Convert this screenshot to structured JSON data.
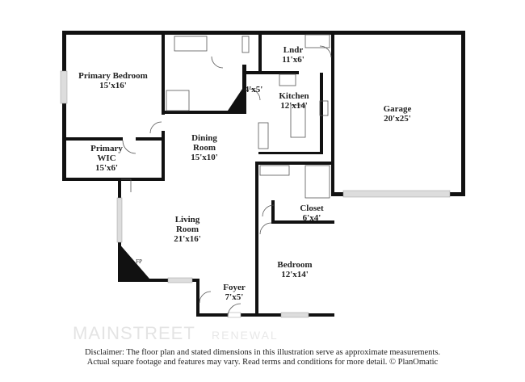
{
  "rooms": [
    {
      "name": "Primary Bedroom",
      "dims": "15'x16'"
    },
    {
      "name": "Primary WIC",
      "dims": "15'x6'"
    },
    {
      "name": "Dining Room",
      "dims": "15'x10'"
    },
    {
      "name": "Living Room",
      "dims": "21'x16'"
    },
    {
      "name": "Lndr",
      "dims": "11'x6'"
    },
    {
      "name": "",
      "dims": "4'x5'"
    },
    {
      "name": "Kitchen",
      "dims": "12'x14'"
    },
    {
      "name": "Garage",
      "dims": "20'x25'"
    },
    {
      "name": "Closet",
      "dims": "6'x4'"
    },
    {
      "name": "Bedroom",
      "dims": "12'x14'"
    },
    {
      "name": "Foyer",
      "dims": "7'x5'"
    }
  ],
  "fireplace_label": "FP",
  "disclaimer": [
    "Disclaimer: The floor plan and stated dimensions in this illustration serve as approximate measurements.",
    "Actual square footage and features may vary. Read terms and conditions for more detail. © PlanOmatic"
  ],
  "watermark": {
    "line1": "MAINSTREET",
    "line2": "RENEWAL"
  },
  "colors": {
    "wall": "#111111",
    "window": "#dddddd"
  }
}
